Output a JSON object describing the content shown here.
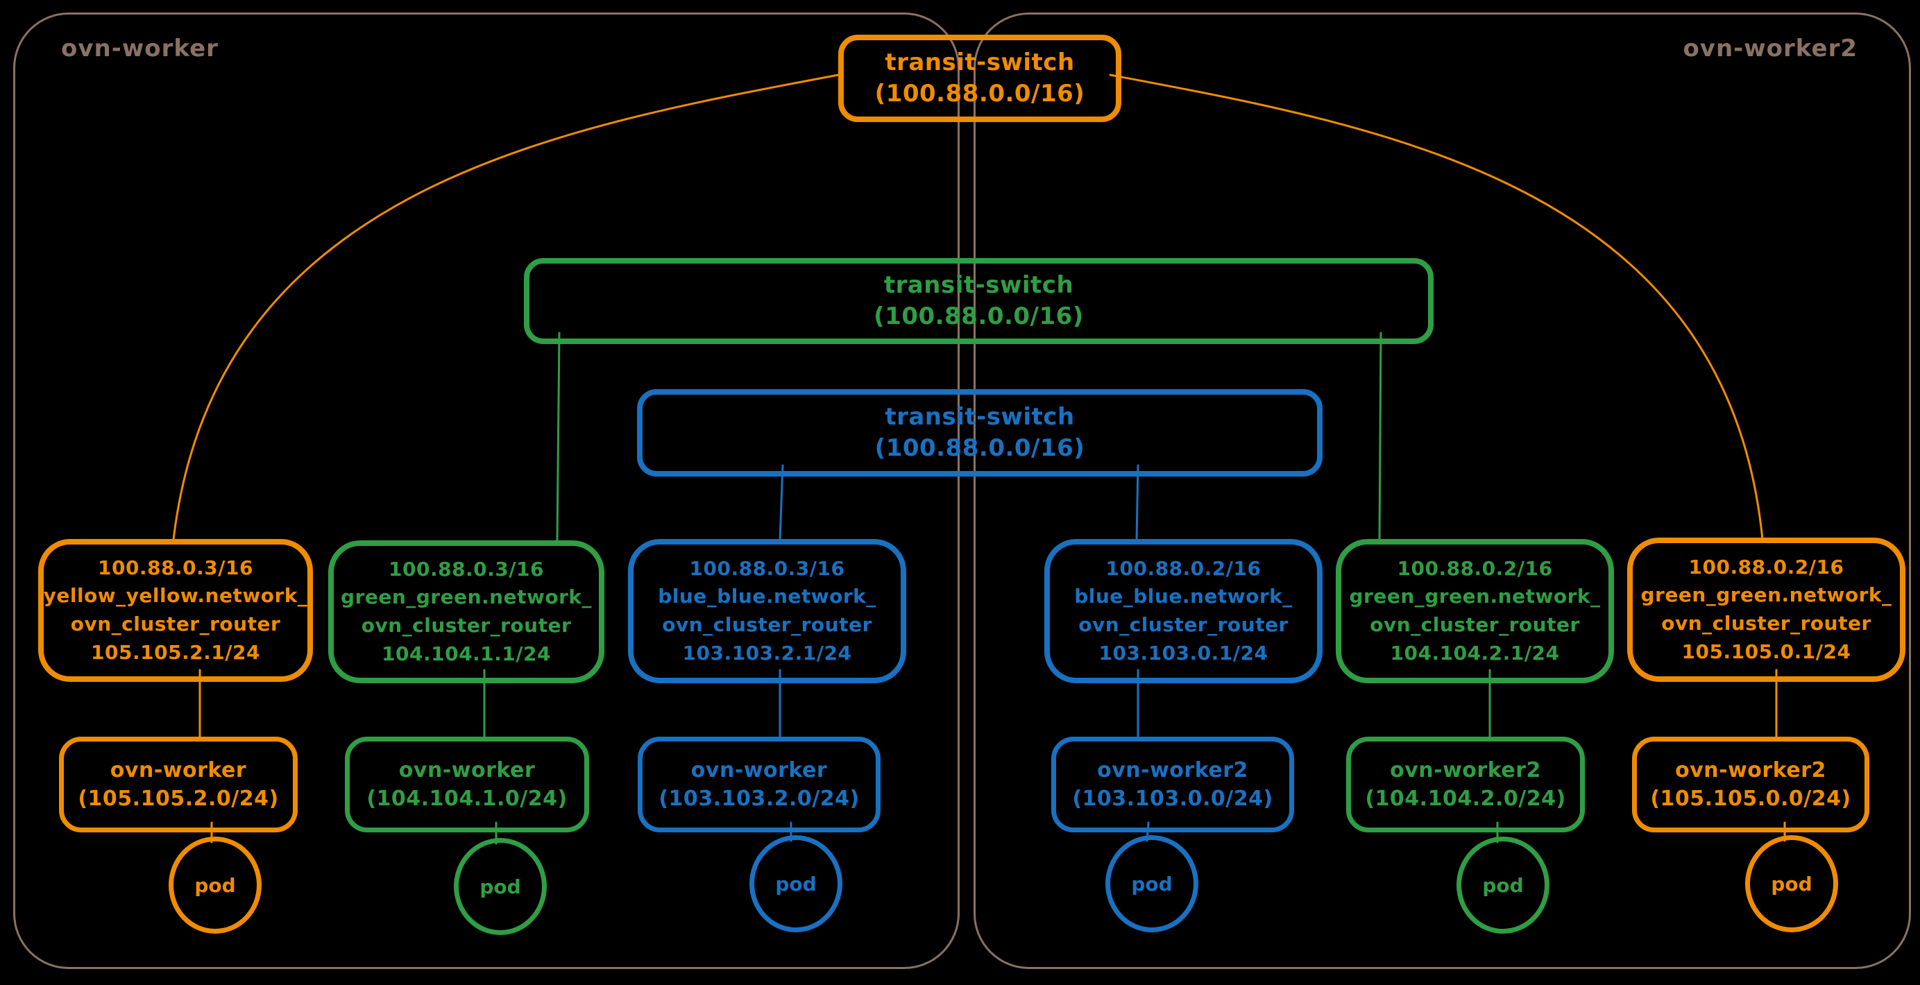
{
  "colors": {
    "orange": "#f08c00",
    "green": "#2f9e44",
    "blue": "#1971c2",
    "container": "#8a7163",
    "background": "#000000"
  },
  "containers": {
    "left": {
      "label": "ovn-worker"
    },
    "right": {
      "label": "ovn-worker2"
    }
  },
  "transit_switches": [
    {
      "name": "transit-switch",
      "subnet": "(100.88.0.0/16)",
      "color": "orange"
    },
    {
      "name": "transit-switch",
      "subnet": "(100.88.0.0/16)",
      "color": "green"
    },
    {
      "name": "transit-switch",
      "subnet": "(100.88.0.0/16)",
      "color": "blue"
    }
  ],
  "routers": [
    {
      "color": "orange",
      "transit_ip": "100.88.0.3/16",
      "network": "yellow_yellow.network_",
      "router_name": "ovn_cluster_router",
      "subnet_ip": "105.105.2.1/24"
    },
    {
      "color": "green",
      "transit_ip": "100.88.0.3/16",
      "network": "green_green.network_",
      "router_name": "ovn_cluster_router",
      "subnet_ip": "104.104.1.1/24"
    },
    {
      "color": "blue",
      "transit_ip": "100.88.0.3/16",
      "network": "blue_blue.network_",
      "router_name": "ovn_cluster_router",
      "subnet_ip": "103.103.2.1/24"
    },
    {
      "color": "blue",
      "transit_ip": "100.88.0.2/16",
      "network": "blue_blue.network_",
      "router_name": "ovn_cluster_router",
      "subnet_ip": "103.103.0.1/24"
    },
    {
      "color": "green",
      "transit_ip": "100.88.0.2/16",
      "network": "green_green.network_",
      "router_name": "ovn_cluster_router",
      "subnet_ip": "104.104.2.1/24"
    },
    {
      "color": "orange",
      "transit_ip": "100.88.0.2/16",
      "network": "green_green.network_",
      "router_name": "ovn_cluster_router",
      "subnet_ip": "105.105.0.1/24"
    }
  ],
  "workers": [
    {
      "color": "orange",
      "name": "ovn-worker",
      "subnet": "(105.105.2.0/24)"
    },
    {
      "color": "green",
      "name": "ovn-worker",
      "subnet": "(104.104.1.0/24)"
    },
    {
      "color": "blue",
      "name": "ovn-worker",
      "subnet": "(103.103.2.0/24)"
    },
    {
      "color": "blue",
      "name": "ovn-worker2",
      "subnet": "(103.103.0.0/24)"
    },
    {
      "color": "green",
      "name": "ovn-worker2",
      "subnet": "(104.104.2.0/24)"
    },
    {
      "color": "orange",
      "name": "ovn-worker2",
      "subnet": "(105.105.0.0/24)"
    }
  ],
  "pods": [
    {
      "label": "pod",
      "color": "orange"
    },
    {
      "label": "pod",
      "color": "green"
    },
    {
      "label": "pod",
      "color": "blue"
    },
    {
      "label": "pod",
      "color": "blue"
    },
    {
      "label": "pod",
      "color": "green"
    },
    {
      "label": "pod",
      "color": "orange"
    }
  ]
}
